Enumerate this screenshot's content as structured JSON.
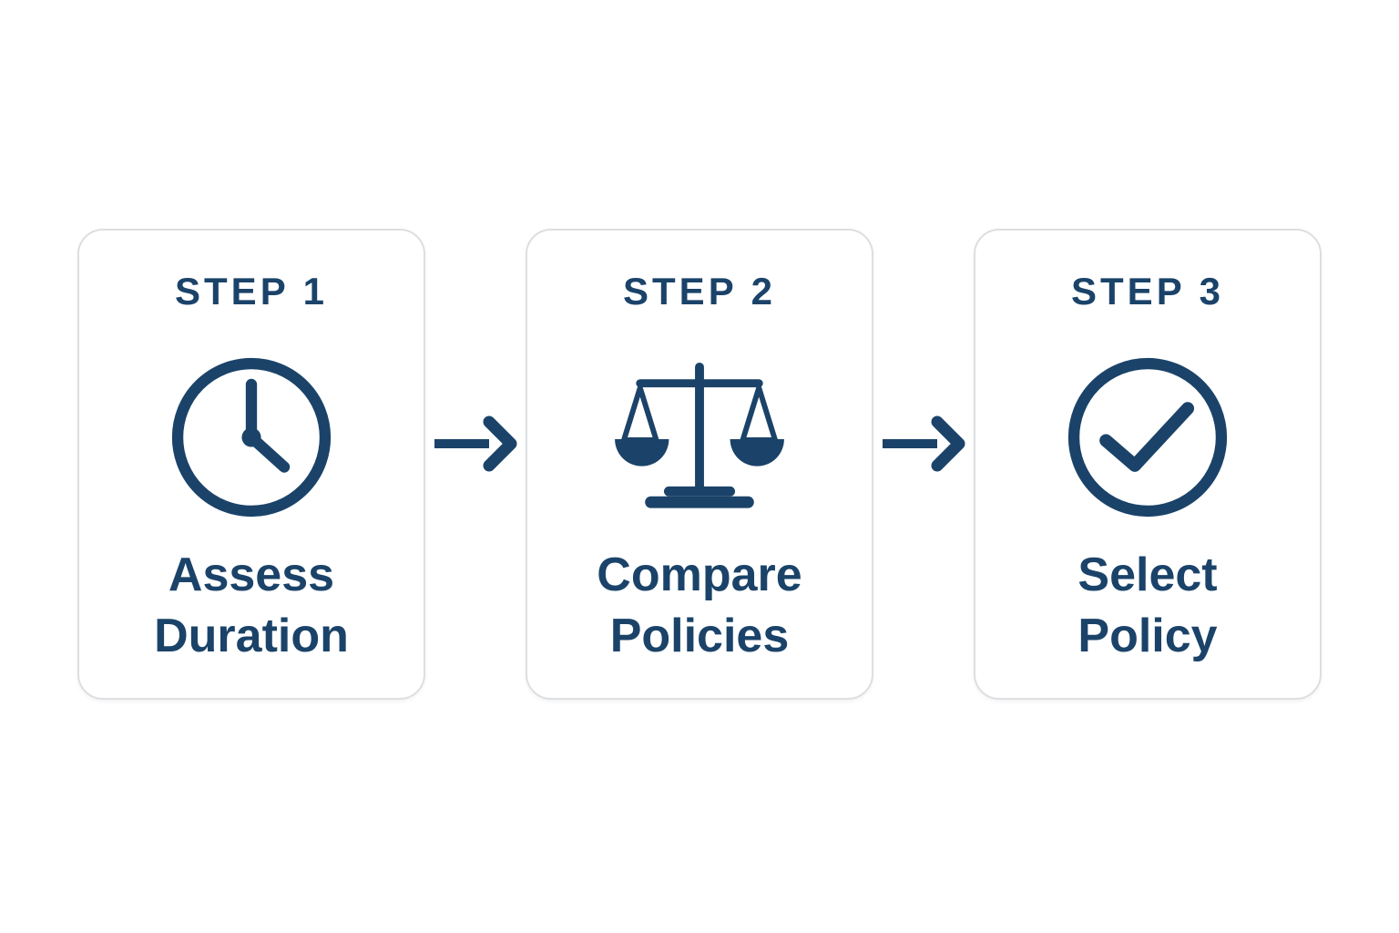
{
  "colors": {
    "navy": "#1b4369",
    "card_border": "#dcdfe2",
    "card_bg": "#ffffff",
    "page_bg": "#ffffff"
  },
  "steps": [
    {
      "label": "STEP 1",
      "icon": "clock-icon",
      "title_line1": "Assess",
      "title_line2": "Duration"
    },
    {
      "label": "STEP 2",
      "icon": "scales-icon",
      "title_line1": "Compare",
      "title_line2": "Policies"
    },
    {
      "label": "STEP 3",
      "icon": "check-circle-icon",
      "title_line1": "Select",
      "title_line2": "Policy"
    }
  ]
}
